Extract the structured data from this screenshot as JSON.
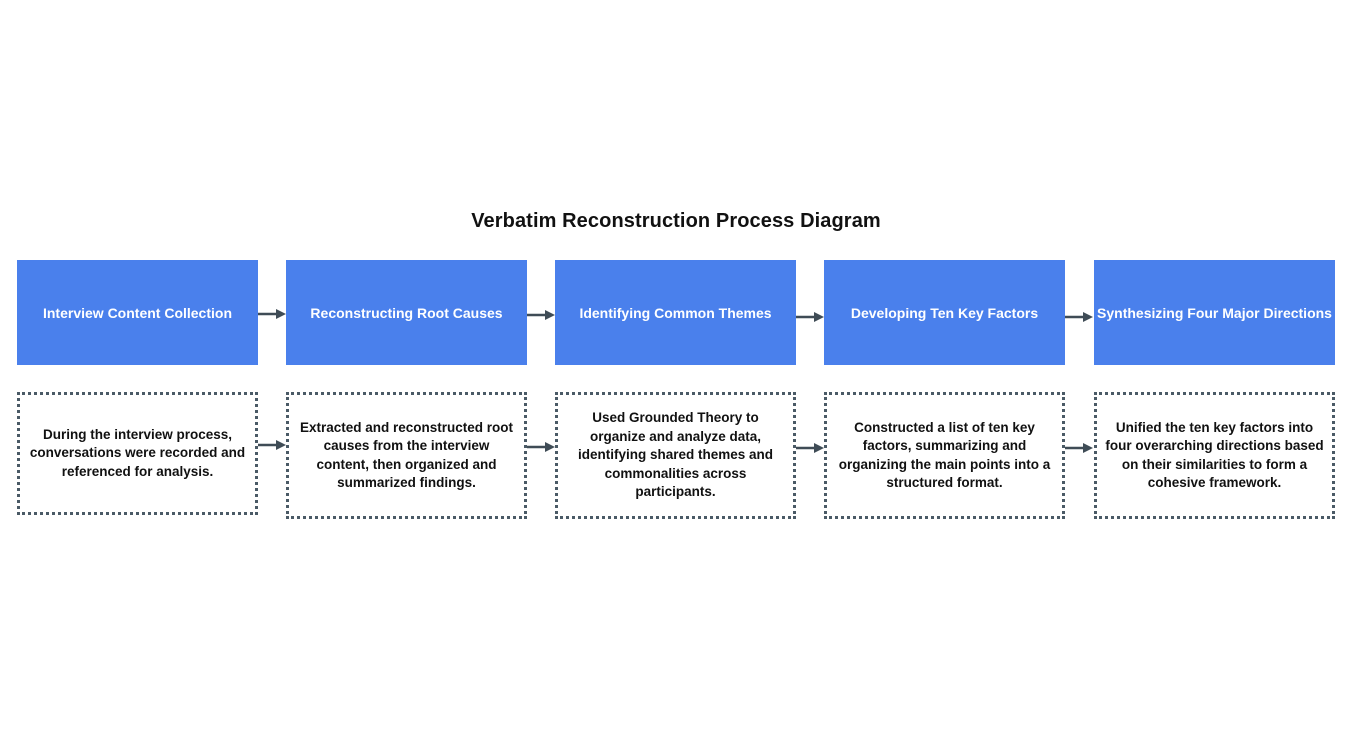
{
  "diagram": {
    "title": "Verbatim Reconstruction Process Diagram",
    "steps": [
      {
        "label": "Interview Content Collection",
        "description": "During the interview process, conversations were recorded and referenced for analysis."
      },
      {
        "label": "Reconstructing Root Causes",
        "description": "Extracted and reconstructed root causes from the interview content, then organized and summarized findings."
      },
      {
        "label": "Identifying Common Themes",
        "description": "Used Grounded Theory to organize and analyze data, identifying shared themes and commonalities across participants."
      },
      {
        "label": "Developing Ten Key Factors",
        "description": "Constructed a list of ten key factors, summarizing and organizing the main points into a structured format."
      },
      {
        "label": "Synthesizing Four Major Directions",
        "description": "Unified the ten key factors into four overarching directions based on their similarities to form a cohesive framework."
      }
    ],
    "colors": {
      "step_fill": "#4a80ec",
      "step_text": "#ffffff",
      "border": "#4a5a66",
      "arrow": "#3f4c56"
    }
  }
}
